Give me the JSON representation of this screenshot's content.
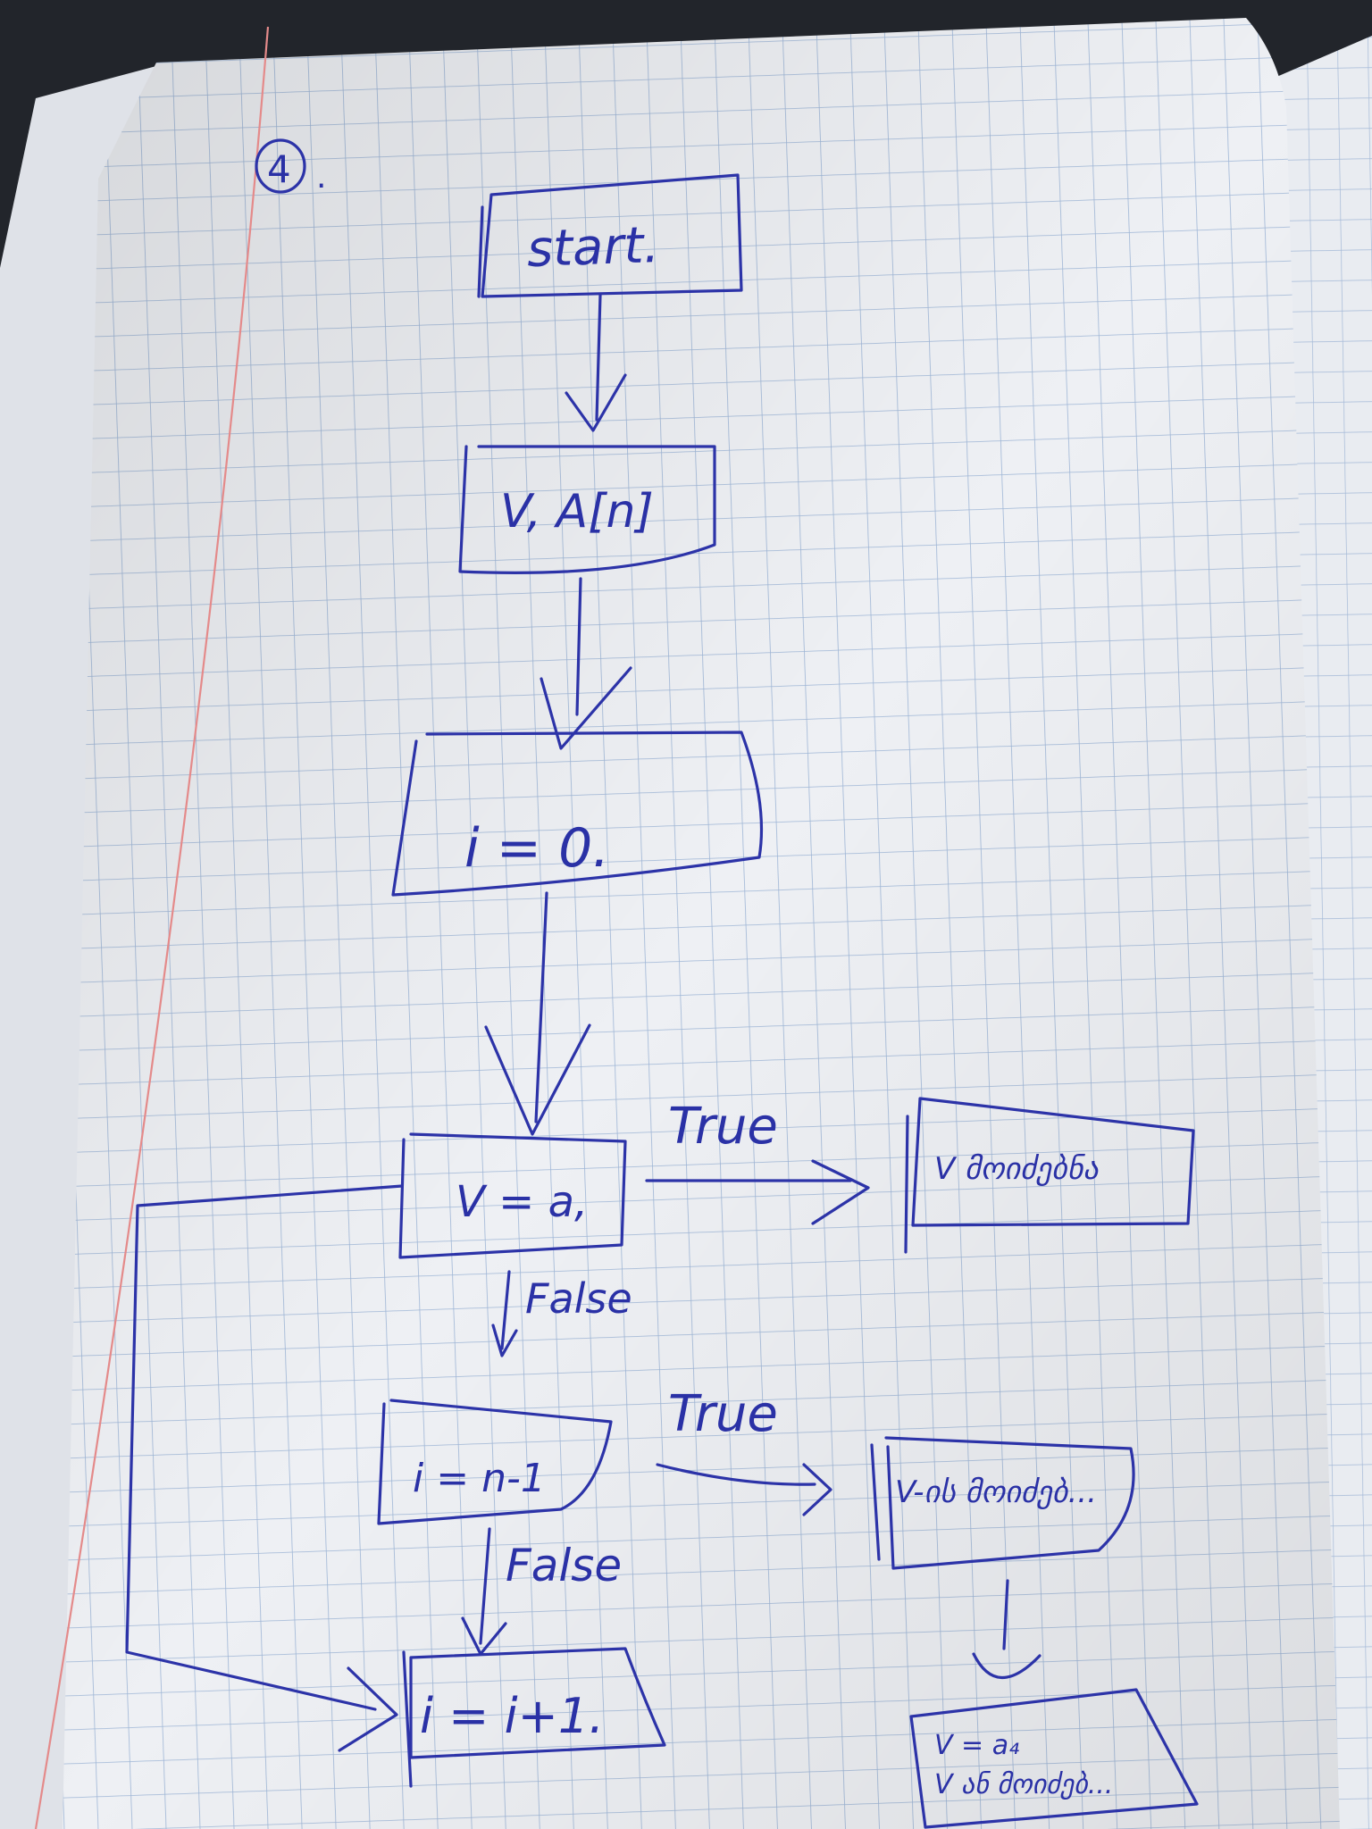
{
  "page": {
    "number_label": "4",
    "number_suffix": "."
  },
  "flowchart": {
    "start": "start.",
    "input": "V, A[n]",
    "init": "i = 0.",
    "condition1": "V = a,",
    "condition2": "i = n-1",
    "increment": "i = i+1.",
    "true_label_1": "True",
    "false_label_1": "False",
    "true_label_2": "True",
    "false_label_2": "False",
    "result_found": "V მოიძებნა",
    "result_not_found": "V-ის მოიძებ...",
    "final_line1": "V = a₄",
    "final_line2": "V ან მოიძებ..."
  },
  "colors": {
    "ink": "#2c33a8",
    "grid": "#9fb6d6",
    "paper": "#eef0f4",
    "margin_line": "#e48a8a"
  }
}
